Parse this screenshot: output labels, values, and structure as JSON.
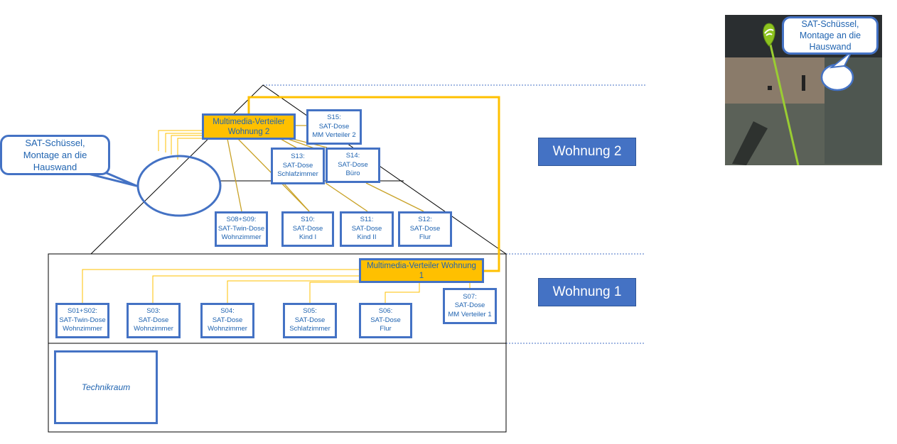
{
  "callout_left": {
    "lines": [
      "SAT-Schüssel,",
      "Montage an die",
      "Hauswand"
    ]
  },
  "callout_photo": {
    "lines": [
      "SAT-Schüssel,",
      "Montage an die",
      "Hauswand"
    ]
  },
  "photo": {
    "description": "aerial view of house with satellite dish marker",
    "marker_icon": "satellite-dish-icon"
  },
  "floors": {
    "wohnung2_label": "Wohnung 2",
    "wohnung1_label": "Wohnung 1"
  },
  "distributors": {
    "w2": {
      "lines": [
        "Multimedia-Verteiler",
        "Wohnung 2"
      ]
    },
    "w1": {
      "lines": [
        "Multimedia-Verteiler Wohnung",
        "1"
      ]
    }
  },
  "outlets_w2": [
    {
      "id": "S15",
      "lines": [
        "S15:",
        "SAT-Dose",
        "MM Verteiler 2"
      ]
    },
    {
      "id": "S13",
      "lines": [
        "S13:",
        "SAT-Dose",
        "Schlafzimmer"
      ]
    },
    {
      "id": "S14",
      "lines": [
        "S14:",
        "SAT-Dose",
        "Büro"
      ]
    },
    {
      "id": "S08S09",
      "lines": [
        "S08+S09:",
        "SAT-Twin-Dose",
        "Wohnzimmer"
      ]
    },
    {
      "id": "S10",
      "lines": [
        "S10:",
        "SAT-Dose",
        "Kind I"
      ]
    },
    {
      "id": "S11",
      "lines": [
        "S11:",
        "SAT-Dose",
        "Kind II"
      ]
    },
    {
      "id": "S12",
      "lines": [
        "S12:",
        "SAT-Dose",
        "Flur"
      ]
    }
  ],
  "outlets_w1": [
    {
      "id": "S01S02",
      "lines": [
        "S01+S02:",
        "SAT-Twin-Dose",
        "Wohnzimmer"
      ]
    },
    {
      "id": "S03",
      "lines": [
        "S03:",
        "SAT-Dose",
        "Wohnzimmer"
      ]
    },
    {
      "id": "S04",
      "lines": [
        "S04:",
        "SAT-Dose",
        "Wohnzimmer"
      ]
    },
    {
      "id": "S05",
      "lines": [
        "S05:",
        "SAT-Dose",
        "Schlafzimmer"
      ]
    },
    {
      "id": "S06",
      "lines": [
        "S06:",
        "SAT-Dose",
        "Flur"
      ]
    },
    {
      "id": "S07",
      "lines": [
        "S07:",
        "SAT-Dose",
        "MM Verteiler 1"
      ]
    }
  ],
  "technikraum": {
    "label": "Technikraum"
  },
  "colors": {
    "box_border": "#4472c4",
    "text": "#1f63b0",
    "cable": "#ffc000",
    "cable_thin": "#c9a227",
    "label_fill": "#4472c4",
    "marker": "#8dc21f"
  }
}
